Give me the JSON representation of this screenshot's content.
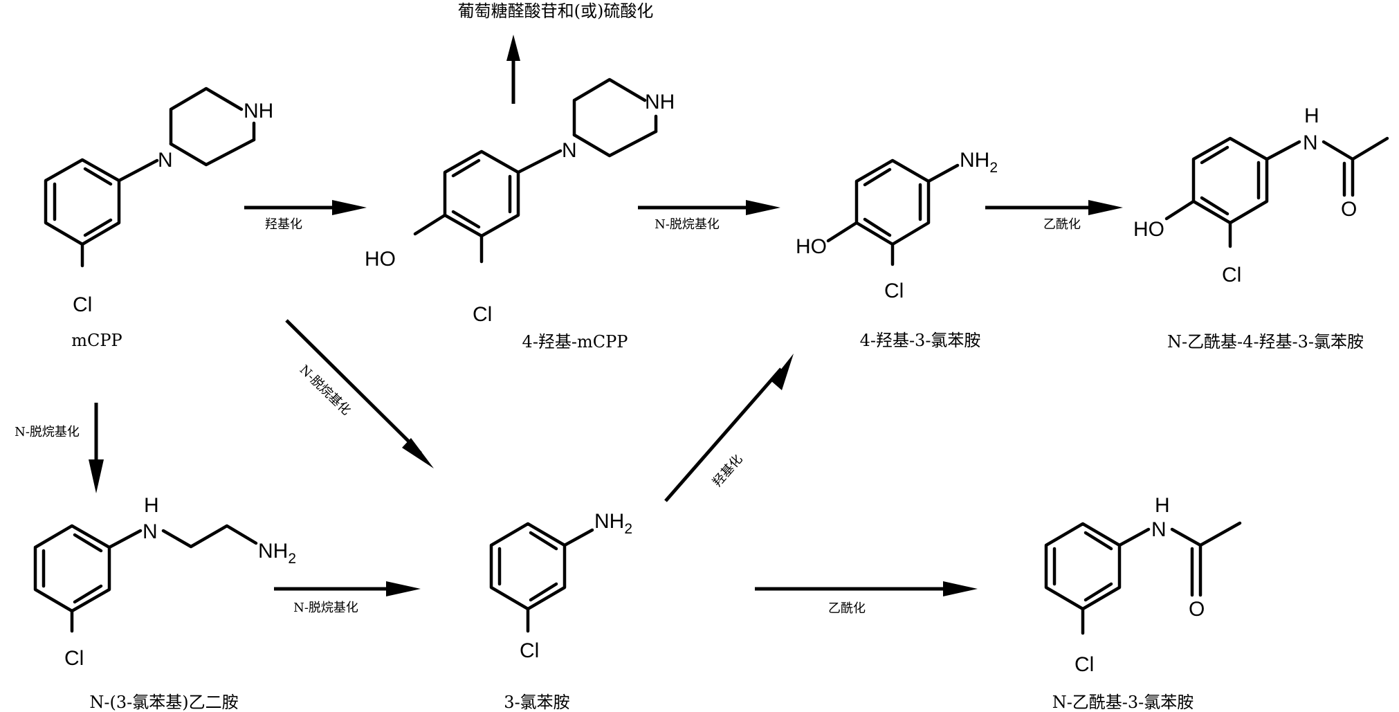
{
  "compounds": {
    "mcpp": {
      "name": "mCPP",
      "nh": "NH",
      "n": "N",
      "cl": "Cl"
    },
    "hydroxy_mcpp": {
      "name": "4-羟基-mCPP",
      "nh": "NH",
      "n": "N",
      "ho": "HO",
      "cl": "Cl"
    },
    "hydroxy_chloroaniline": {
      "name": "4-羟基-3-氯苯胺",
      "nh": "NH",
      "h2": "2",
      "ho": "HO",
      "cl": "Cl"
    },
    "acetyl_hydroxy_chloroaniline": {
      "name": "N-乙酰基-4-羟基-3-氯苯胺",
      "h": "H",
      "n": "N",
      "ho": "HO",
      "cl": "Cl",
      "o": "O"
    },
    "chlorophenyl_ethylenediamine": {
      "name": "N-(3-氯苯基)乙二胺",
      "h": "H",
      "n": "N",
      "nh": "NH",
      "h2": "2",
      "cl": "Cl"
    },
    "chloroaniline": {
      "name": "3-氯苯胺",
      "nh": "NH",
      "h2": "2",
      "cl": "Cl"
    },
    "acetyl_chloroaniline": {
      "name": "N-乙酰基-3-氯苯胺",
      "h": "H",
      "n": "N",
      "cl": "Cl",
      "o": "O"
    }
  },
  "side_product": "葡萄糖醛酸苷和(或)硫酸化",
  "reactions": {
    "hydroxylation_1": "羟基化",
    "dealkylation_1": "N-脱烷基化",
    "acetylation_1": "乙酰化",
    "dealkylation_diag": "N-脱烷基化",
    "dealkylation_down": "N-脱烷基化",
    "dealkylation_2": "N-脱烷基化",
    "hydroxylation_diag": "羟基化",
    "acetylation_2": "乙酰化"
  }
}
